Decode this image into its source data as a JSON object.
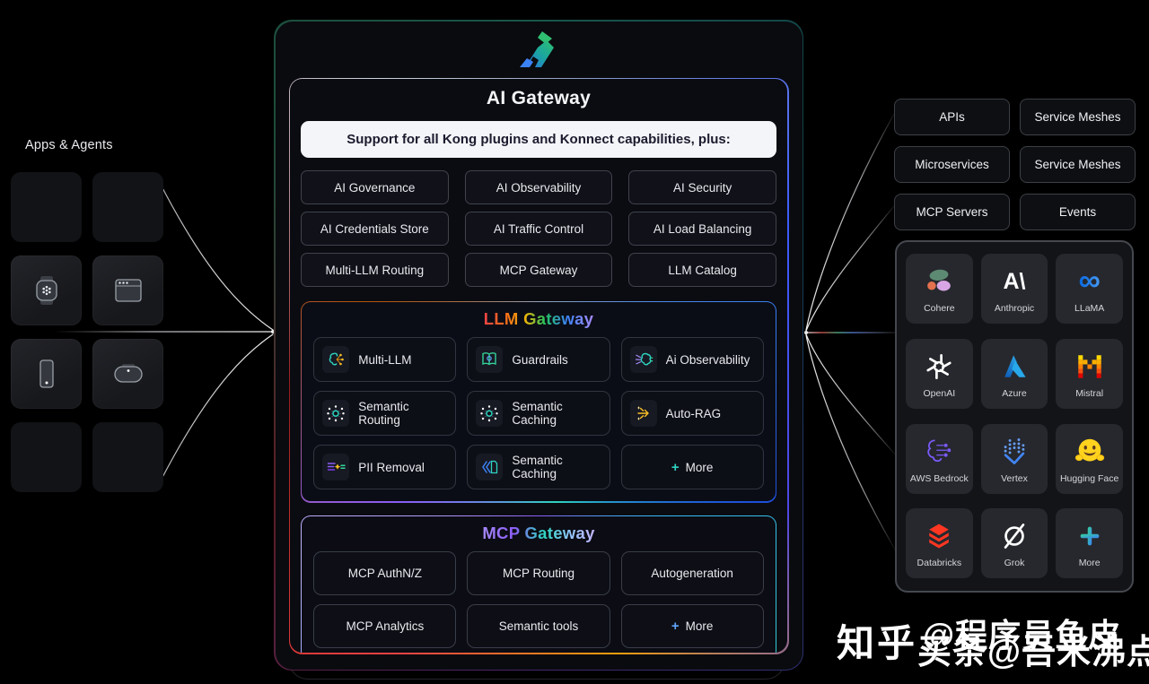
{
  "apps_agents": {
    "label": "Apps & Agents",
    "tiles": [
      {
        "icon": "none"
      },
      {
        "icon": "none"
      },
      {
        "icon": "smartwatch"
      },
      {
        "icon": "browser-window"
      },
      {
        "icon": "smartphone"
      },
      {
        "icon": "earbuds-case"
      },
      {
        "icon": "none"
      },
      {
        "icon": "none"
      }
    ]
  },
  "gateway": {
    "ai": {
      "title": "AI Gateway",
      "banner": "Support for all Kong plugins and Konnect capabilities, plus:",
      "buttons": [
        "AI Governance",
        "AI Observability",
        "AI Security",
        "AI Credentials Store",
        "AI Traffic Control",
        "AI Load Balancing",
        "Multi-LLM Routing",
        "MCP Gateway",
        "LLM Catalog"
      ]
    },
    "llm": {
      "title": "LLM Gateway",
      "buttons": [
        {
          "icon": "brain-network-icon",
          "label": "Multi-LLM"
        },
        {
          "icon": "guardrails-book-icon",
          "label": "Guardrails"
        },
        {
          "icon": "brain-observability-icon",
          "label": "Ai Observability"
        },
        {
          "icon": "semantic-network-icon",
          "label": "Semantic Routing"
        },
        {
          "icon": "semantic-network-icon",
          "label": "Semantic Caching"
        },
        {
          "icon": "auto-rag-icon",
          "label": "Auto-RAG"
        },
        {
          "icon": "pii-removal-icon",
          "label": "PII Removal"
        },
        {
          "icon": "semantic-cache-icon",
          "label": "Semantic Caching"
        },
        {
          "plus": "+",
          "label": "More"
        }
      ]
    },
    "mcp": {
      "title": "MCP Gateway",
      "buttons": [
        {
          "label": "MCP AuthN/Z"
        },
        {
          "label": "MCP Routing"
        },
        {
          "label": "Autogeneration"
        },
        {
          "label": "MCP Analytics"
        },
        {
          "label": "Semantic tools"
        },
        {
          "plus": "+",
          "label": "More"
        }
      ]
    }
  },
  "upstreams": {
    "boxes": [
      "APIs",
      "Service Meshes",
      "Microservices",
      "Service Meshes",
      "MCP Servers",
      "Events"
    ]
  },
  "providers": {
    "tiles": [
      {
        "label": "Cohere"
      },
      {
        "label": "Anthropic",
        "logo_text": "A\\"
      },
      {
        "label": "LLaMA",
        "logo_text": "∞"
      },
      {
        "label": "OpenAI"
      },
      {
        "label": "Azure"
      },
      {
        "label": "Mistral"
      },
      {
        "label": "AWS Bedrock"
      },
      {
        "label": "Vertex"
      },
      {
        "label": "Hugging Face"
      },
      {
        "label": "Databricks"
      },
      {
        "label": "Grok"
      },
      {
        "label": "More"
      }
    ]
  },
  "watermark": {
    "site": "知乎",
    "overlay_top": "@程序员鱼皮",
    "overlay_bottom": "买条@吾米沸点"
  },
  "colors": {
    "page_bg": "#000000",
    "panel_bg": "#0a0b0f",
    "banner_bg": "#f4f5f8",
    "plus_accent": "#2dd4bf",
    "kong_green": "#2fbf71",
    "kong_blue": "#2f6bed"
  }
}
